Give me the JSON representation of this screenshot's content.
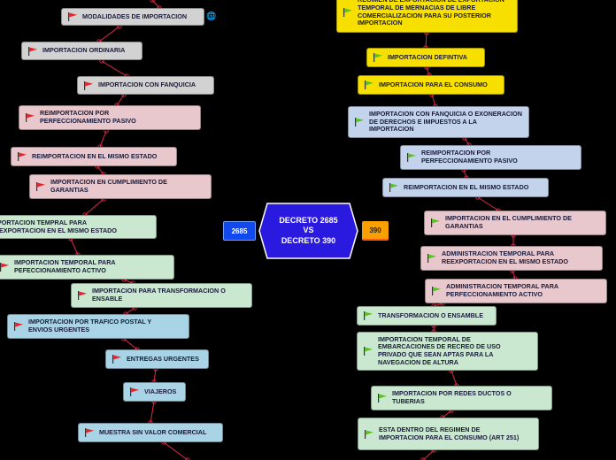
{
  "center": {
    "line1": "DECRETO 2685",
    "line2": "VS",
    "line3": "DECRETO 390"
  },
  "badges": {
    "left": "2685",
    "right": "390"
  },
  "left_nodes": [
    {
      "label": "MODALIDADES DE IMPORTACION"
    },
    {
      "label": "IMPORTACION ORDINARIA"
    },
    {
      "label": "IMPORTACION CON FANQUICIA"
    },
    {
      "label": "REIMPORTACION POR PERFECCIONAMIENTO PASIVO"
    },
    {
      "label": "REIMPORTACION EN EL MISMO ESTADO"
    },
    {
      "label": "IMPORTACION EN CUMPLIMIENTO DE GARANTIAS"
    },
    {
      "label": "IMPORTACION TEMPRAL PARA REEXPORTACION EN EL MISMO ESTADO"
    },
    {
      "label": "IMPORTACION TEMPORAL PARA PEFECCIONAMIENTO ACTIVO"
    },
    {
      "label": "IMPORTACION PARA TRANSFORMACION O ENSABLE"
    },
    {
      "label": "IMPORTACION POR TRAFICO POSTAL Y ENVIOS URGENTES"
    },
    {
      "label": "ENTREGAS URGENTES"
    },
    {
      "label": "VIAJEROS"
    },
    {
      "label": "MUESTRA SIN VALOR COMERCIAL"
    }
  ],
  "right_nodes": [
    {
      "label": "REGIMEN DE EXPORTACION DE EXPORTACION TEMPORAL DE MERNACIAS DE LIBRE COMERCIALIZACION PARA SU POSTERIOR IMPORTACION"
    },
    {
      "label": "IMPORTACION DEFINTIVA"
    },
    {
      "label": "IMPORTACION PARA EL CONSUMO"
    },
    {
      "label": "IMPORTACION CON FANQUICIA O EXONERACION DE DERECHOS E IMPUESTOS A LA IMPORTACION"
    },
    {
      "label": "REIMPORTACION POR PERFECCIONAMIENTO PASIVO"
    },
    {
      "label": "REIMPORTACION EN EL MISMO ESTADO"
    },
    {
      "label": "IMPORTACION EN EL CUMPLIMIENTO DE GARANTIAS"
    },
    {
      "label": "ADMINISTRACION TEMPORAL PARA REEXPORTACION EN EL MISMO ESTADO"
    },
    {
      "label": "ADMINISTRACION TEMPORAL PARA PERFECCIONAMIENTO ACTIVO"
    },
    {
      "label": "TRANSFORMACION O ENSAMBLE"
    },
    {
      "label": "IMPORTACION TEMPORAL DE EMBARCACIONES DE RECREO DE USO PRIVADO QUE SEAN APTAS PARA LA NAVEGACION DE ALTURA"
    },
    {
      "label": "IMPORTACION POR REDES DUCTOS O TUBERIAS"
    },
    {
      "label": "ESTA DENTRO DEL REGIMEN DE IMPORTACION PARA EL CONSUMO (ART 251)"
    }
  ],
  "colors": {
    "center": "#2a1ae0",
    "badge_left": "#1148f0",
    "badge_right": "#f7a000",
    "flag_red": "#e8232a",
    "flag_green": "#58c322",
    "link": "#e0284a"
  },
  "icons": {
    "left_flag": "red-flag-icon",
    "right_flag": "green-flag-icon",
    "globe": "globe-icon"
  }
}
